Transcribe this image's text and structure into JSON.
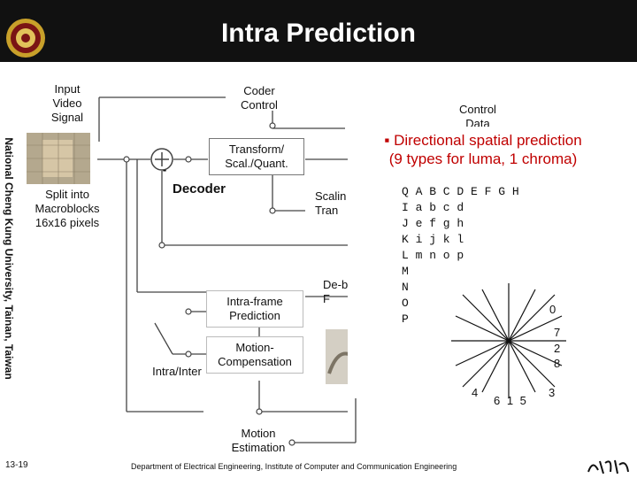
{
  "slide": {
    "title": "Intra Prediction",
    "side_text": "National Cheng Kung University, Tainan, Taiwan",
    "page_number": "13-19",
    "footer": "Department of Electrical Engineering, Institute of Computer and Communication Engineering"
  },
  "diagram": {
    "input_label": "Input\nVideo\nSignal",
    "coder_control": "Coder\nControl",
    "control_data": "Control\nData",
    "transform_box": "Transform/\nScal./Quant.",
    "minus_sign": "-",
    "decoder": "Decoder",
    "split_label": "Split into\nMacroblocks\n16x16 pixels",
    "scaling_partial": "Scalin\nTran",
    "deblocking_partial": "De-b\nF",
    "intra_frame": "Intra-frame\nPrediction",
    "motion_comp": "Motion-\nCompensation",
    "intra_inter": "Intra/Inter",
    "motion_est": "Motion\nEstimation"
  },
  "overlay": {
    "bullet": "▪",
    "heading_line1": "Directional spatial prediction",
    "heading_line2": "(9 types for luma, 1 chroma)",
    "row0": "Q A B C D E F G H",
    "row1": "I a b c d",
    "row2": "J e f g h",
    "row3": "K i j k l",
    "row4": "L m n o p",
    "row5": "M",
    "row6": "N",
    "row7": "O",
    "row8": "P",
    "mode_0": "0",
    "mode_7": "7",
    "mode_2": "2",
    "mode_8": "8",
    "mode_4": "4",
    "mode_615": "6 1 5",
    "mode_3": "3"
  },
  "colors": {
    "title_bg": "#111111",
    "heading": "#c00000",
    "lines": "#444444"
  }
}
